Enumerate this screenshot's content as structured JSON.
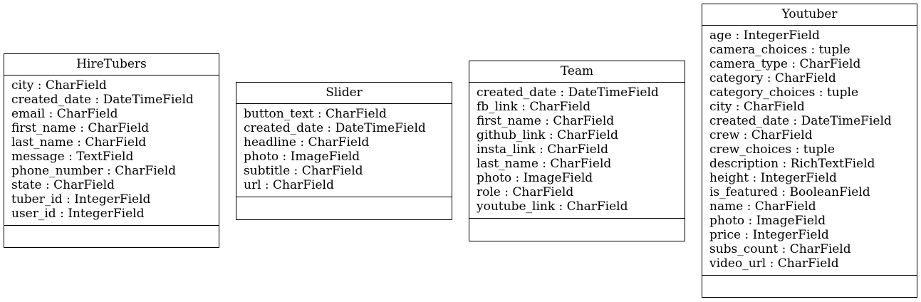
{
  "classes": [
    {
      "name": "HireTubers",
      "attributes": [
        "city : CharField",
        "created_date : DateTimeField",
        "email : CharField",
        "first_name : CharField",
        "last_name : CharField",
        "message : TextField",
        "phone_number : CharField",
        "state : CharField",
        "tuber_id : IntegerField",
        "user_id : IntegerField"
      ]
    },
    {
      "name": "Slider",
      "attributes": [
        "button_text : CharField",
        "created_date : DateTimeField",
        "headline : CharField",
        "photo : ImageField",
        "subtitle : CharField",
        "url : CharField"
      ]
    },
    {
      "name": "Team",
      "attributes": [
        "created_date : DateTimeField",
        "fb_link : CharField",
        "first_name : CharField",
        "github_link : CharField",
        "insta_link : CharField",
        "last_name : CharField",
        "photo : ImageField",
        "role : CharField",
        "youtube_link : CharField"
      ]
    },
    {
      "name": "Youtuber",
      "attributes": [
        "age : IntegerField",
        "camera_choices : tuple",
        "camera_type : CharField",
        "category : CharField",
        "category_choices : tuple",
        "city : CharField",
        "created_date : DateTimeField",
        "crew : CharField",
        "crew_choices : tuple",
        "description : RichTextField",
        "height : IntegerField",
        "is_featured : BooleanField",
        "name : CharField",
        "photo : ImageField",
        "price : IntegerField",
        "subs_count : CharField",
        "video_url : CharField"
      ]
    }
  ]
}
